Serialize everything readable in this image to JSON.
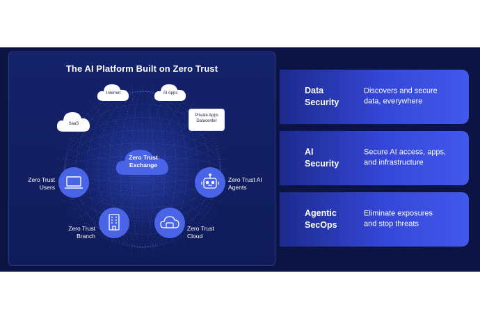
{
  "diagram": {
    "title": "The AI Platform Built on Zero Trust",
    "center": {
      "line1": "Zero Trust",
      "line2": "Exchange"
    },
    "clouds": {
      "internet": "Internet",
      "ai_apps": "AI Apps",
      "saas": "SaaS",
      "datacenter_line1": "Private Apps",
      "datacenter_line2": "Datacenter"
    },
    "nodes": {
      "users": {
        "line1": "Zero Trust",
        "line2": "Users",
        "icon": "laptop-icon"
      },
      "branch": {
        "line1": "Zero Trust",
        "line2": "Branch",
        "icon": "building-icon"
      },
      "cloud": {
        "line1": "Zero Trust",
        "line2": "Cloud",
        "icon": "cloud-icon"
      },
      "agents": {
        "line1": "Zero Trust AI",
        "line2": "Agents",
        "icon": "robot-icon"
      }
    }
  },
  "cards": [
    {
      "title_line1": "Data",
      "title_line2": "Security",
      "desc_line1": "Discovers and secure",
      "desc_line2": "data, everywhere"
    },
    {
      "title_line1": "AI",
      "title_line2": "Security",
      "desc_line1": "Secure AI access, apps,",
      "desc_line2": "and infrastructure"
    },
    {
      "title_line1": "Agentic",
      "title_line2": "SecOps",
      "desc_line1": "Eliminate exposures",
      "desc_line2": "and stop threats"
    }
  ],
  "colors": {
    "background": "#0b1442",
    "panel": "#14226a",
    "node_circle": "#4a64e8",
    "card_accent": "#4258ec"
  }
}
